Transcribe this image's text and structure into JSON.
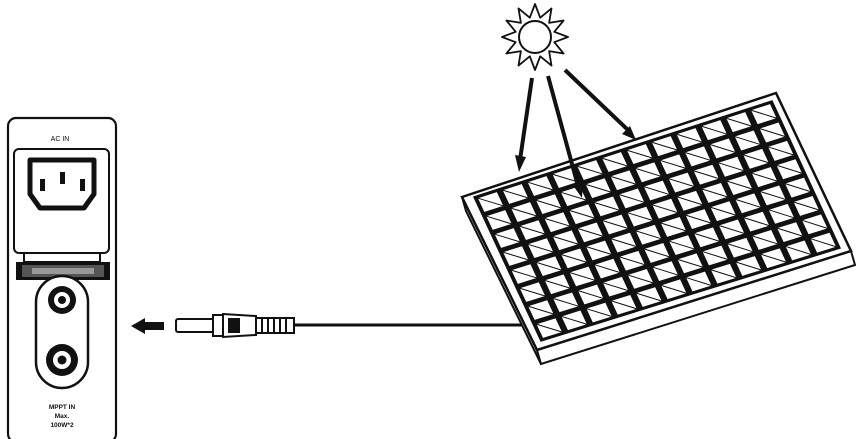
{
  "panel_labels": {
    "ac_in": "AC IN",
    "mppt_line1": "MPPT IN",
    "mppt_line2": "Max.",
    "mppt_line3": "100W*2"
  },
  "icons": {
    "sun": "sun-icon",
    "arrow": "arrow-left-icon"
  },
  "colors": {
    "stroke": "#111111",
    "background": "#ffffff"
  }
}
